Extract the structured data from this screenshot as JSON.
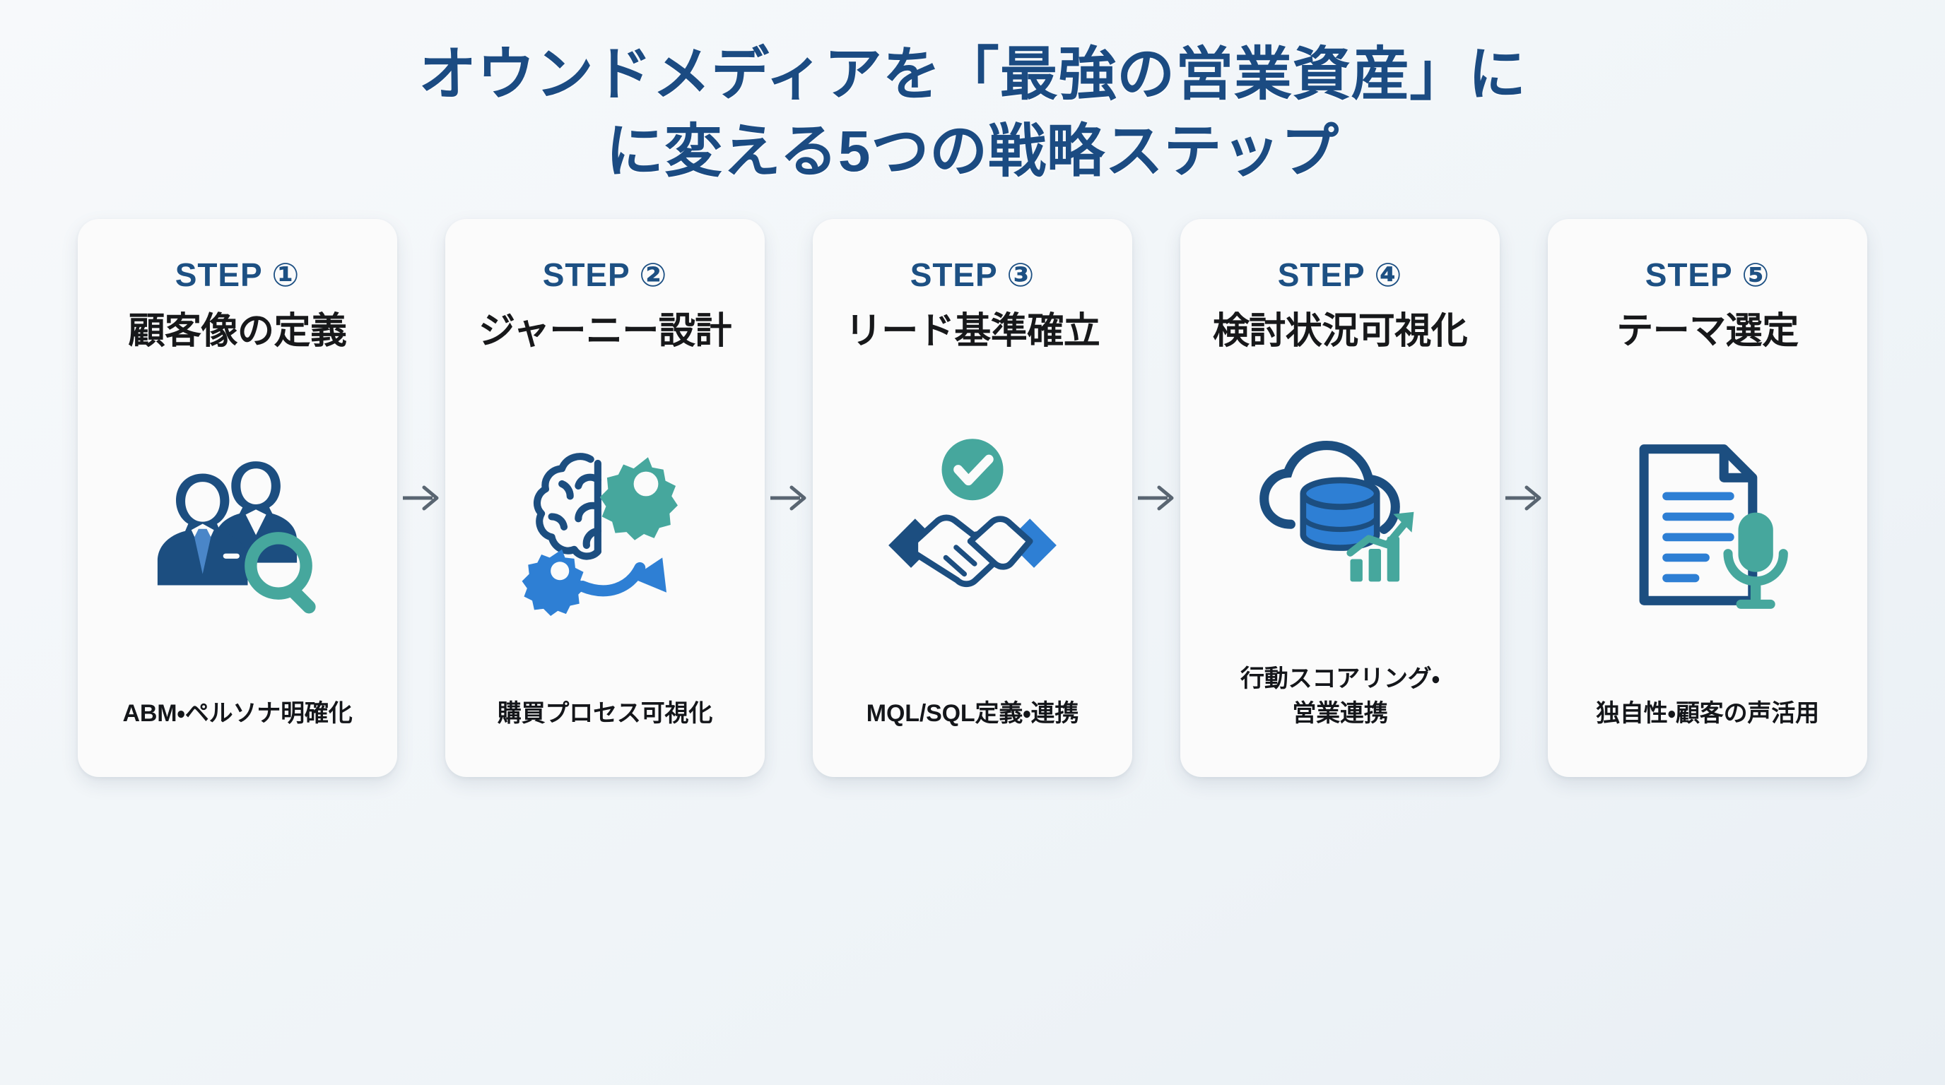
{
  "title": {
    "line1": "オウンドメディアを「最強の営業資産」に",
    "line2": "に変える5つの戦略ステップ"
  },
  "colors": {
    "title_blue": "#1b4b82",
    "step_blue": "#1d5083",
    "icon_navy": "#1c4e80",
    "icon_teal": "#46a79d",
    "icon_blue": "#2e7fd4",
    "arrow_gray": "#5a6672",
    "card_bg": "#fbfbfb",
    "page_bg": "#f2f6f9"
  },
  "arrow": {
    "glyph": "→",
    "name": "arrow-right-icon"
  },
  "steps": [
    {
      "label": "STEP ①",
      "title": "顧客像の定義",
      "caption": "ABM・ペルソナ明確化",
      "icon": "people-search-icon"
    },
    {
      "label": "STEP ②",
      "title": "ジャーニー設計",
      "caption": "購買プロセス可視化",
      "icon": "brain-gears-icon"
    },
    {
      "label": "STEP ③",
      "title": "リード基準確立",
      "caption": "MQL/SQL定義・連携",
      "icon": "handshake-check-icon"
    },
    {
      "label": "STEP ④",
      "title": "検討状況可視化",
      "caption": "行動スコアリング・\n営業連携",
      "icon": "cloud-database-chart-icon"
    },
    {
      "label": "STEP ⑤",
      "title": "テーマ選定",
      "caption": "独自性・顧客の声活用",
      "icon": "document-microphone-icon"
    }
  ]
}
